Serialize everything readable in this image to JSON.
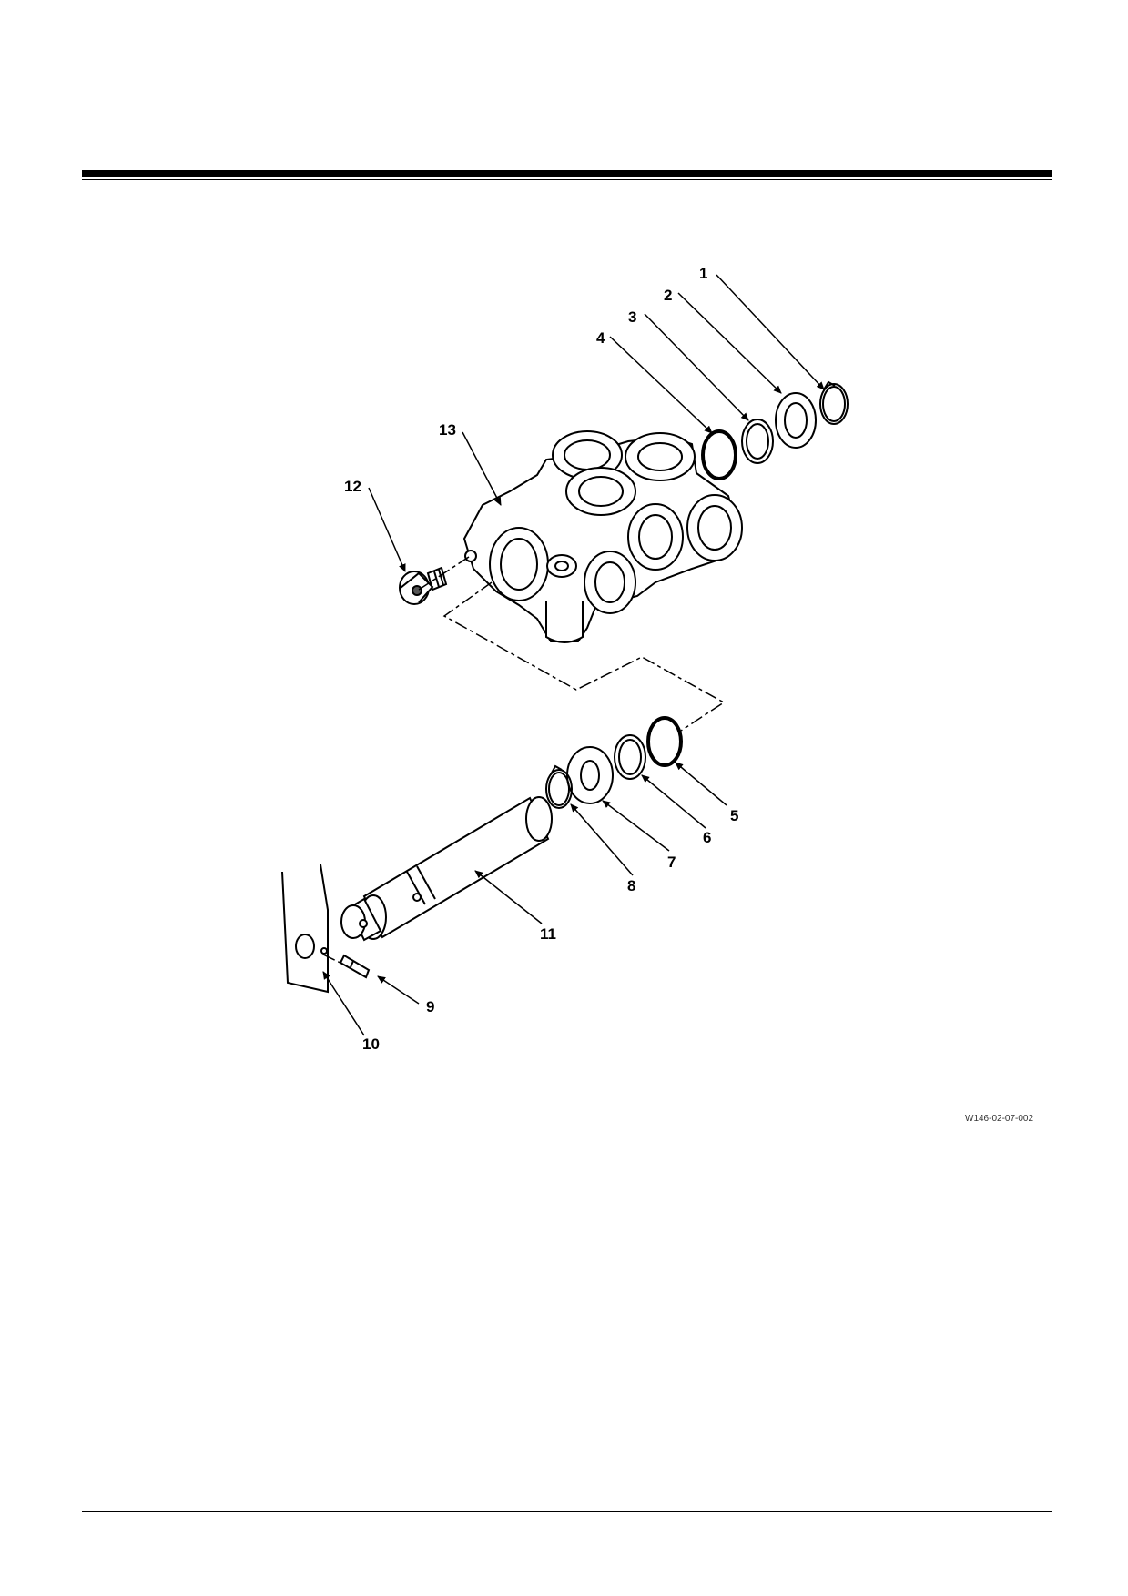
{
  "callouts": {
    "c1": "1",
    "c2": "2",
    "c3": "3",
    "c4": "4",
    "c5": "5",
    "c6": "6",
    "c7": "7",
    "c8": "8",
    "c9": "9",
    "c10": "10",
    "c11": "11",
    "c12": "12",
    "c13": "13"
  },
  "figure_id": "W146-02-07-002"
}
